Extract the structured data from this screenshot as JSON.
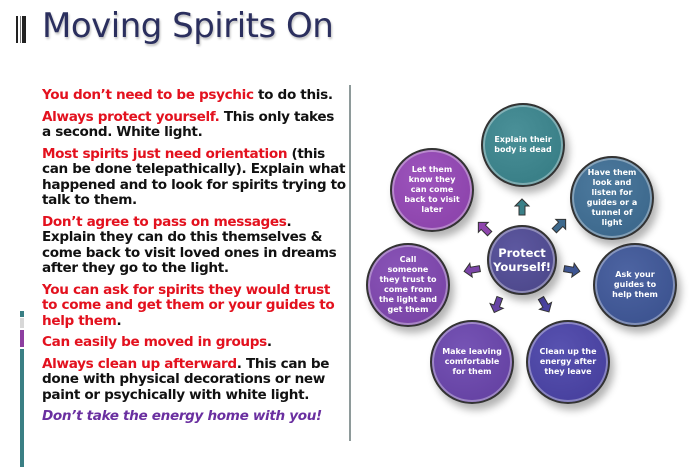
{
  "title": "Moving Spirits On",
  "bullets": [
    {
      "highlight": "You don’t need to be psychic",
      "rest": " to do this."
    },
    {
      "highlight": "Always protect yourself.",
      "rest": "  This only takes a second.  White light."
    },
    {
      "highlight": "Most spirits just need orientation",
      "rest": " (this can be done telepathically). Explain what happened and to look for spirits trying to talk to them."
    },
    {
      "highlight": "Don’t agree to pass on messages",
      "rest": ". Explain they can do this themselves & come back to visit loved ones  in dreams after they go to the light."
    },
    {
      "highlight": "You can ask for spirits they would trust to come and get them or your guides to help them",
      "rest": "."
    },
    {
      "highlight": "Can easily be moved in groups",
      "rest": "."
    },
    {
      "highlight": "Always clean up afterward",
      "rest": ". This can be done with physical decorations or new paint or psychically with white light."
    }
  ],
  "closing": "Don’t take the energy home with you!",
  "diagram": {
    "center": {
      "label": "Protect Yourself!",
      "color": "#4f4a8e"
    },
    "nodes": [
      {
        "label": "Explain their body is dead",
        "color": "#3a8088"
      },
      {
        "label": "Have them look  and listen for guides or a tunnel of light",
        "color": "#3e6a8e"
      },
      {
        "label": "Ask your guides to help them",
        "color": "#3e5592"
      },
      {
        "label": "Clean up the energy after they leave",
        "color": "#4942a0"
      },
      {
        "label": "Make leaving comfortable for  them",
        "color": "#6744a5"
      },
      {
        "label": "Call someone they trust to come from the light and get them",
        "color": "#7b45a8"
      },
      {
        "label": "Let them know they can come back to visit later",
        "color": "#8e45ad"
      }
    ]
  },
  "colors": {
    "title": "#2b2f5e",
    "highlight_red": "#e3111e",
    "closing_purple": "#6a2fa0",
    "accent_teal": "#3a7f84",
    "accent_purple": "#8d3ea0",
    "accent_gray": "#d8d8d8"
  }
}
